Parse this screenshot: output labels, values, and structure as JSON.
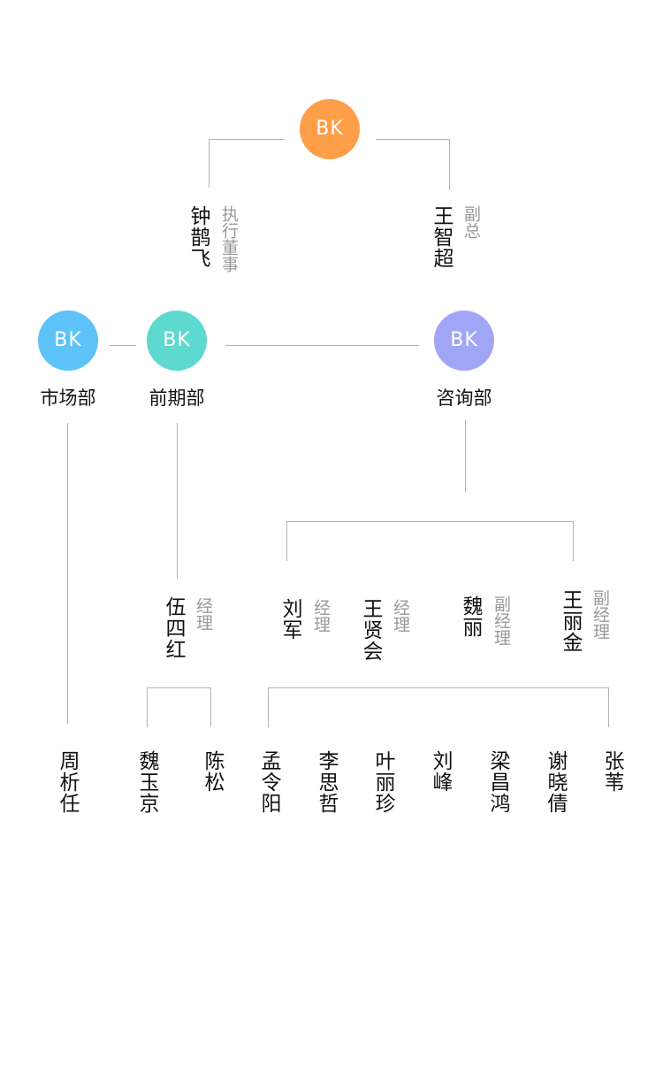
{
  "nodes": {
    "top": {
      "avatar": "BK",
      "color": "#ff9e48"
    },
    "market": {
      "avatar": "BK",
      "color": "#5cc2f8",
      "label": "市场部"
    },
    "early": {
      "avatar": "BK",
      "color": "#5dd9cf",
      "label": "前期部"
    },
    "consult": {
      "avatar": "BK",
      "color": "#a0a5f6",
      "label": "咨询部"
    }
  },
  "executives": [
    {
      "name": "钟鹊飞",
      "role": "执行董事"
    },
    {
      "name": "王智超",
      "role": "副总"
    }
  ],
  "managers": [
    {
      "name": "伍四红",
      "role": "经理"
    },
    {
      "name": "刘军",
      "role": "经理"
    },
    {
      "name": "王贤会",
      "role": "经理"
    },
    {
      "name": "魏丽",
      "role": "副经理"
    },
    {
      "name": "王丽金",
      "role": "副经理"
    }
  ],
  "staff": [
    {
      "name": "周析任"
    },
    {
      "name": "魏玉京"
    },
    {
      "name": "陈松"
    },
    {
      "name": "孟令阳"
    },
    {
      "name": "李思哲"
    },
    {
      "name": "叶丽珍"
    },
    {
      "name": "刘峰"
    },
    {
      "name": "梁昌鸿"
    },
    {
      "name": "谢晓倩"
    },
    {
      "name": "张苇"
    }
  ]
}
